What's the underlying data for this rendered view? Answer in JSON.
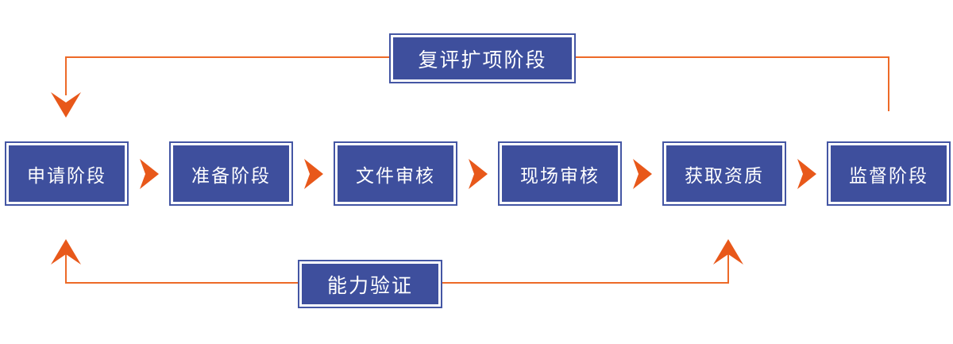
{
  "diagram": {
    "title": "certification-process-flowchart",
    "stages": [
      {
        "label": "申请阶段"
      },
      {
        "label": "准备阶段"
      },
      {
        "label": "文件审核"
      },
      {
        "label": "现场审核"
      },
      {
        "label": "获取资质"
      },
      {
        "label": "监督阶段"
      }
    ],
    "feedback_top": {
      "label": "复评扩项阶段"
    },
    "feedback_bottom": {
      "label": "能力验证"
    },
    "colors": {
      "box_fill": "#3e4f9d",
      "box_border": "#4456a4",
      "box_text": "#ffffff",
      "arrow_fill": "#e8581a",
      "line_stroke": "#ed6a28",
      "background": "#ffffff"
    }
  }
}
